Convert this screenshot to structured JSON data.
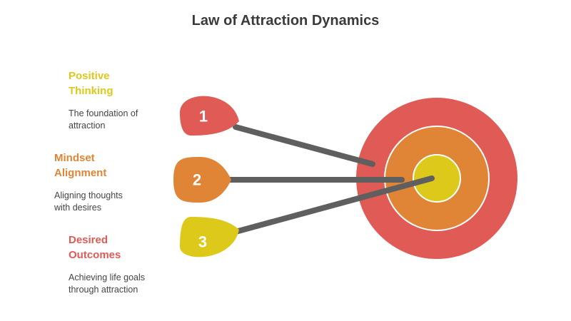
{
  "title": "Law of Attraction Dynamics",
  "steps": [
    {
      "number": "1",
      "heading": "Positive\nThinking",
      "description": "The foundation of\nattraction",
      "color": "#e05a56"
    },
    {
      "number": "2",
      "heading": "Mindset\nAlignment",
      "description": "Aligning thoughts\nwith desires",
      "color": "#e08535"
    },
    {
      "number": "3",
      "heading": "Desired\nOutcomes",
      "description": "Achieving life goals\nthrough attraction",
      "color": "#e05a56"
    }
  ],
  "colors": {
    "ring_outer": "#e05a56",
    "ring_middle": "#e08535",
    "ring_inner": "#dcc919",
    "arrow_shaft": "#5f5f5f",
    "heading_1": "#dcc919",
    "heading_2": "#e08535",
    "heading_3": "#e05a56"
  }
}
